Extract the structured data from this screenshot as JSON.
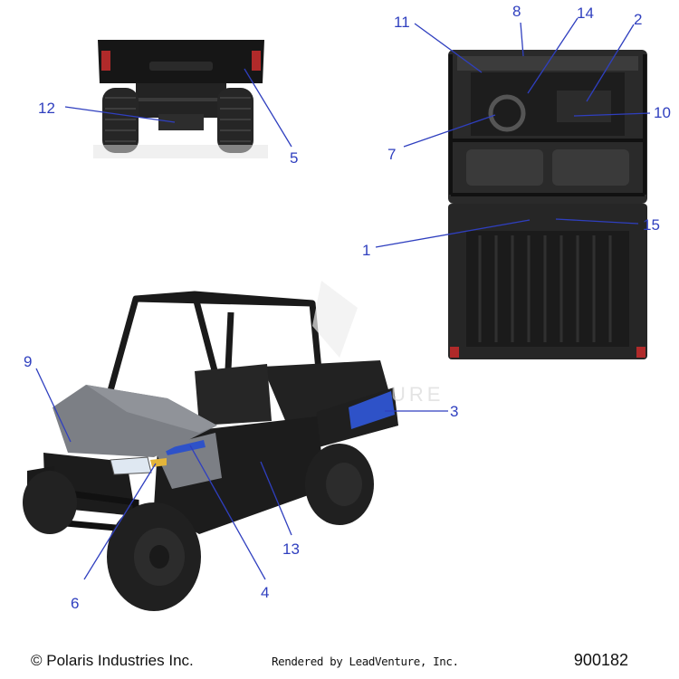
{
  "footer": {
    "copyright": "© Polaris Industries Inc.",
    "rendered_by": "Rendered by LeadVenture, Inc.",
    "part_number": "900182"
  },
  "watermark": "URE",
  "colors": {
    "callout": "#2f3fbf",
    "body_dark": "#1e1e1e",
    "hood_gray": "#7c7f85",
    "accent_blue": "#2e52c8"
  },
  "views": [
    "rear-view",
    "top-view",
    "front-three-quarter-view"
  ],
  "callouts": [
    {
      "id": "callout-1",
      "label": "1"
    },
    {
      "id": "callout-2",
      "label": "2"
    },
    {
      "id": "callout-3",
      "label": "3"
    },
    {
      "id": "callout-4",
      "label": "4"
    },
    {
      "id": "callout-5",
      "label": "5"
    },
    {
      "id": "callout-6",
      "label": "6"
    },
    {
      "id": "callout-7",
      "label": "7"
    },
    {
      "id": "callout-8",
      "label": "8"
    },
    {
      "id": "callout-9",
      "label": "9"
    },
    {
      "id": "callout-10",
      "label": "10"
    },
    {
      "id": "callout-11",
      "label": "11"
    },
    {
      "id": "callout-12",
      "label": "12"
    },
    {
      "id": "callout-13",
      "label": "13"
    },
    {
      "id": "callout-14",
      "label": "14"
    },
    {
      "id": "callout-15",
      "label": "15"
    }
  ]
}
